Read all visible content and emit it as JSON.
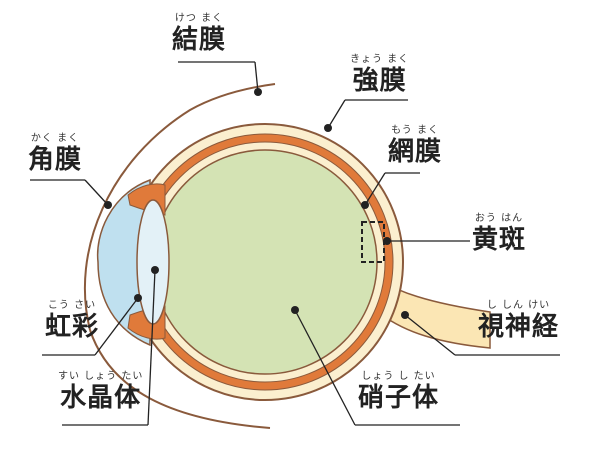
{
  "labels": {
    "conjunctiva": {
      "ruby": "けつ まく",
      "text": "結膜"
    },
    "sclera": {
      "ruby": "きょう まく",
      "text": "強膜"
    },
    "cornea": {
      "ruby": "かく まく",
      "text": "角膜"
    },
    "retina": {
      "ruby": "もう まく",
      "text": "網膜"
    },
    "macula": {
      "ruby": "おう はん",
      "text": "黄斑"
    },
    "optic_nerve": {
      "ruby": "し しん けい",
      "text": "視神経"
    },
    "iris": {
      "ruby": "こう さい",
      "text": "虹彩"
    },
    "lens": {
      "ruby": "すい しょう たい",
      "text": "水晶体"
    },
    "vitreous": {
      "ruby": "しょう し たい",
      "text": "硝子体"
    }
  },
  "colors": {
    "outline": "#8a5a3c",
    "sclera_fill": "#fbefcf",
    "choroid": "#e07a3a",
    "vitreous": "#d4e3b4",
    "cornea": "#bfe0ef",
    "lens": "#e3f1f7",
    "optic_nerve": "#fbe6b4",
    "leader": "#222222"
  }
}
